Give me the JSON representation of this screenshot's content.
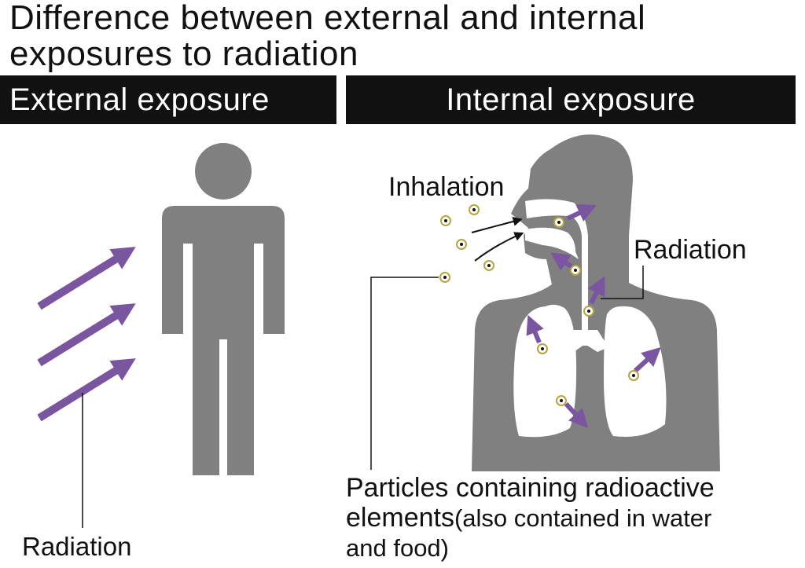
{
  "title": {
    "line1": "Difference between external and internal",
    "line2": "exposures to radiation"
  },
  "sections": {
    "external": "External exposure",
    "internal": "Internal exposure"
  },
  "labels": {
    "radiation_external": "Radiation",
    "inhalation": "Inhalation",
    "radiation_internal": "Radiation",
    "particles_main": "Particles containing radioactive",
    "particles_main2": "elements",
    "particles_note": "(also contained in water",
    "particles_note2": "and food)"
  },
  "colors": {
    "body": "#808080",
    "arrow": "#7a55a0",
    "particle_ring": "#b8a440",
    "header_bar": "#111111"
  }
}
